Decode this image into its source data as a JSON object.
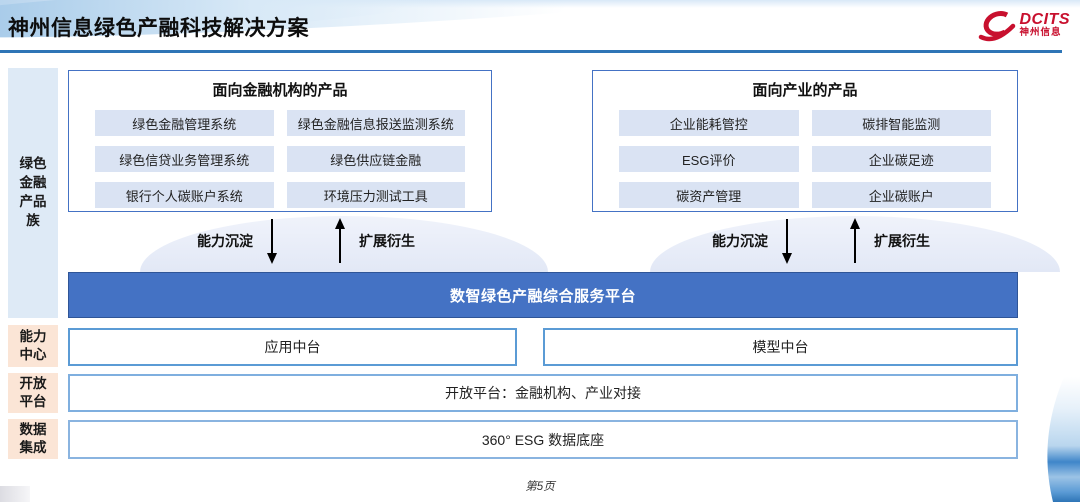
{
  "header": {
    "title": "神州信息绿色产融科技解决方案",
    "logo_brand": "DCITS",
    "logo_company": "神州信息"
  },
  "sidebar": {
    "items": [
      {
        "label": "绿色\n金融\n产品\n族"
      },
      {
        "label": "能力\n中心"
      },
      {
        "label": "开放\n平台"
      },
      {
        "label": "数据\n集成"
      }
    ]
  },
  "product_boxes": [
    {
      "title": "面向金融机构的产品",
      "items": [
        "绿色金融管理系统",
        "绿色金融信息报送监测系统",
        "绿色信贷业务管理系统",
        "绿色供应链金融",
        "银行个人碳账户系统",
        "环境压力测试工具"
      ]
    },
    {
      "title": "面向产业的产品",
      "items": [
        "企业能耗管控",
        "碳排智能监测",
        "ESG评价",
        "企业碳足迹",
        "碳资产管理",
        "企业碳账户"
      ]
    }
  ],
  "arrows": {
    "down_label": "能力沉淀",
    "up_label": "扩展衍生"
  },
  "platform": {
    "main_bar": "数智绿色产融综合服务平台",
    "middle_boxes": [
      "应用中台",
      "模型中台"
    ],
    "open_platform": "开放平台：金融机构、产业对接",
    "data_base": "360° ESG 数据底座"
  },
  "footer": {
    "page_number": "第5页"
  },
  "colors": {
    "platform_blue": "#4472c4",
    "box_border_blue": "#4472c4",
    "rule_blue": "#2e75b6",
    "pill_bg": "#dae3f3",
    "sidebar_blue": "#deeaf6",
    "sidebar_peach": "#fbe5d6",
    "logo_red": "#c8102e"
  }
}
